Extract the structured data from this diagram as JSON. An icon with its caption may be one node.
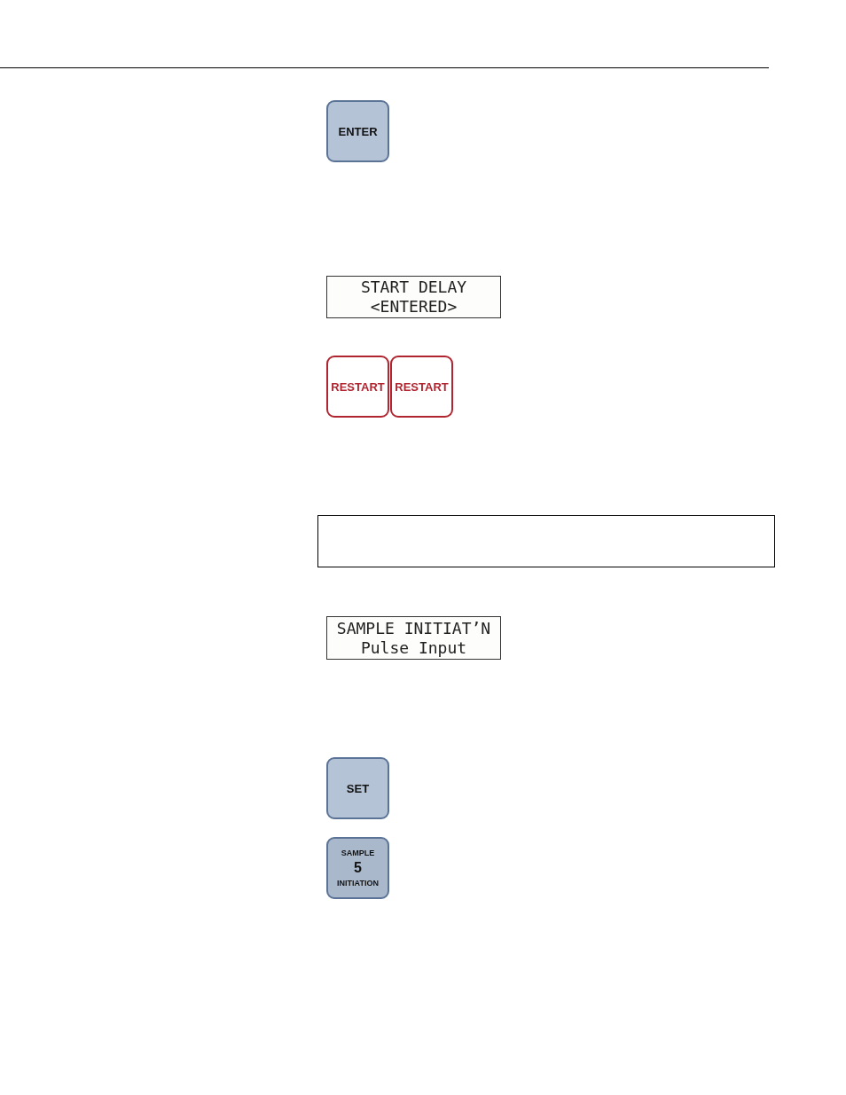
{
  "diagram": {
    "nodes": [
      {
        "text": [
          "ENTER"
        ]
      },
      {
        "text": [
          "START DELAY",
          "<ENTERED>"
        ]
      },
      {
        "text": [
          "RESTART"
        ]
      },
      {
        "text": [
          "RESTART"
        ]
      },
      {
        "text": [],
        "shape": "box"
      },
      {
        "text": [
          "SAMPLE INITIAT’N",
          "Pulse Input"
        ]
      },
      {
        "text": [
          "SET"
        ]
      },
      {
        "text": [
          "SAMPLE",
          "5",
          "INITIATION"
        ]
      }
    ]
  }
}
